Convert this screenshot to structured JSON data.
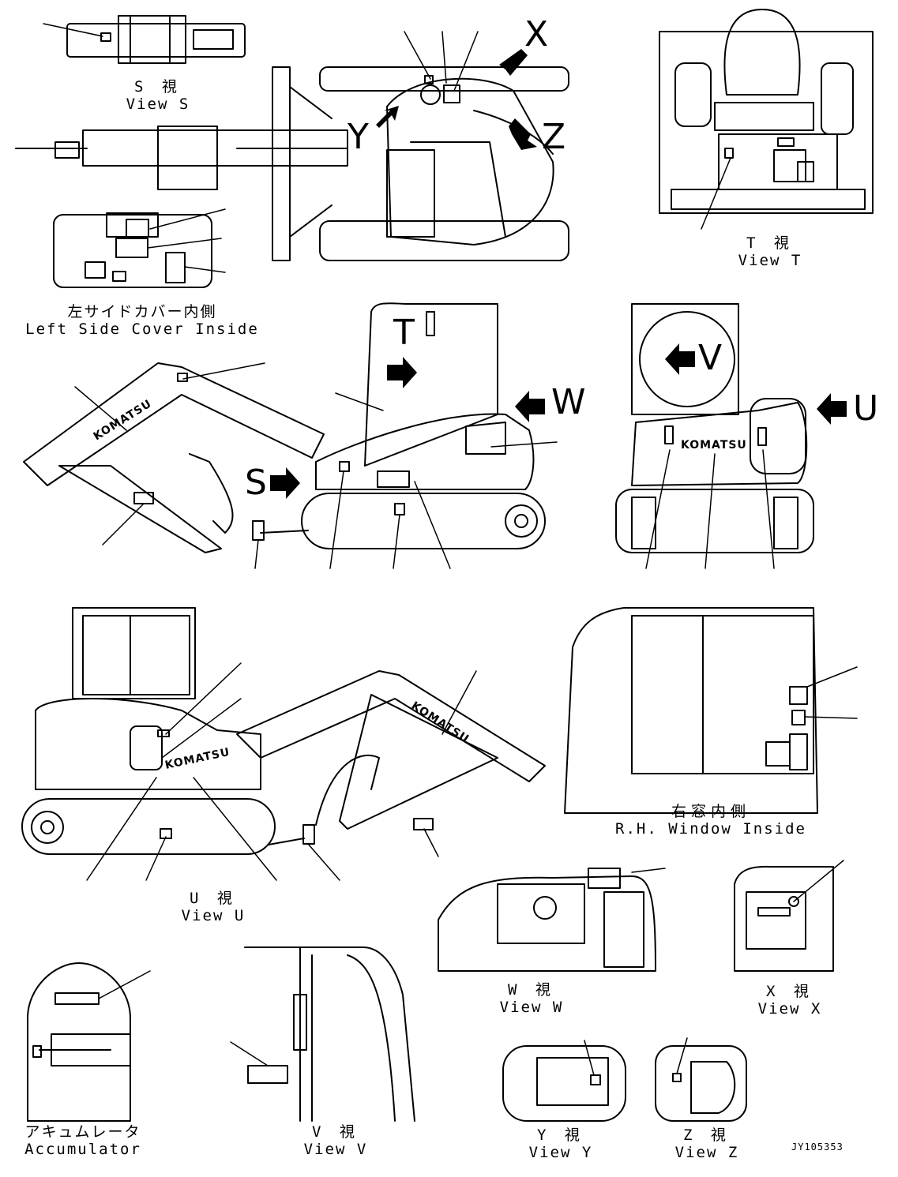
{
  "labels": {
    "view_s": {
      "jp": "S  視",
      "en": "View S"
    },
    "view_t": {
      "jp": "T  視",
      "en": "View T"
    },
    "left_side_cover": {
      "jp": "左サイドカバー内側",
      "en": "Left Side Cover Inside"
    },
    "view_u": {
      "jp": "U  視",
      "en": "View U"
    },
    "rh_window": {
      "jp": "右窓内側",
      "en": "R.H. Window Inside"
    },
    "view_w": {
      "jp": "W  視",
      "en": "View W"
    },
    "view_x": {
      "jp": "X  視",
      "en": "View X"
    },
    "accumulator": {
      "jp": "アキュムレータ",
      "en": "Accumulator"
    },
    "view_v": {
      "jp": "V  視",
      "en": "View V"
    },
    "view_y": {
      "jp": "Y  視",
      "en": "View Y"
    },
    "view_z": {
      "jp": "Z  視",
      "en": "View Z"
    }
  },
  "arrows": {
    "x": "X",
    "y": "Y",
    "z": "Z",
    "t": "T",
    "w": "W",
    "s": "S",
    "v": "V",
    "u": "U"
  },
  "brand": "KOMATSU",
  "ref_code": "JY105353"
}
